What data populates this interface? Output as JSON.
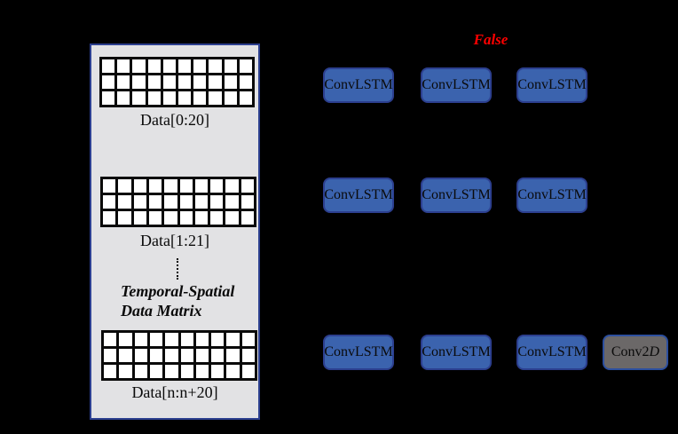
{
  "diagram": {
    "background_color": "#000000",
    "false_flag": {
      "text": "False",
      "color": "#ff0000"
    }
  },
  "data_panel": {
    "fill_color": "#e2e2e4",
    "border_color": "#2c3f8f",
    "grids": [
      {
        "label": "Data[0:20]",
        "rows": 3,
        "cols": 10
      },
      {
        "label": "Data[1:21]",
        "rows": 3,
        "cols": 10
      },
      {
        "label": "Data[n:n+20]",
        "rows": 3,
        "cols": 10
      }
    ],
    "caption": {
      "line1": "Temporal-Spatial",
      "line2": "Data Matrix"
    }
  },
  "network": {
    "block_fill_color": "#3b63ae",
    "block_border_color": "#2c3f8f",
    "conv2d_fill_color": "#6b6868",
    "rows": [
      {
        "blocks": [
          "ConvLSTM",
          "ConvLSTM",
          "ConvLSTM"
        ]
      },
      {
        "blocks": [
          "ConvLSTM",
          "ConvLSTM",
          "ConvLSTM"
        ]
      },
      {
        "blocks": [
          "ConvLSTM",
          "ConvLSTM",
          "ConvLSTM"
        ]
      }
    ],
    "conv2d": {
      "prefix": "Conv2",
      "italic_suffix": "D"
    }
  }
}
